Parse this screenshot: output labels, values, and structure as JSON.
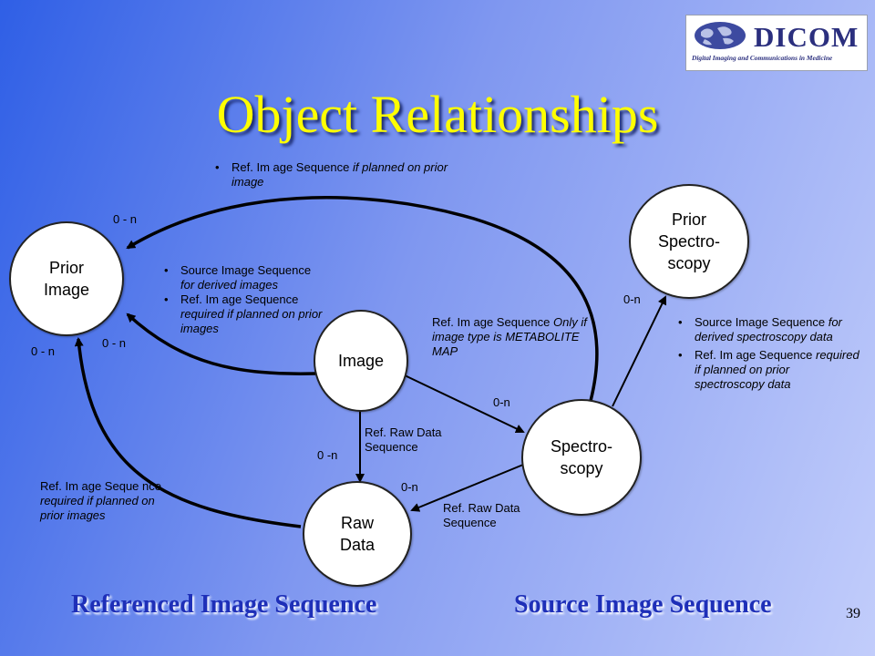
{
  "slide": {
    "title": "Object Relationships",
    "page_number": "39",
    "footer_left": "Referenced Image Sequence",
    "footer_right": "Source Image Sequence"
  },
  "logo": {
    "name": "DICOM",
    "tagline": "Digital Imaging and Communications in Medicine"
  },
  "nodes": {
    "prior_image": "Prior\nImage",
    "image": "Image",
    "raw_data": "Raw\nData",
    "spectroscopy": "Spectro-\nscopy",
    "prior_spectroscopy": "Prior\nSpectro-\nscopy"
  },
  "cardinality": {
    "top_prior": "0 - n",
    "image_prior": "0 - n",
    "raw_prior": "0 - n",
    "image_raw": "0 -n",
    "image_spectro": "0-n",
    "spectro_raw": "0-n",
    "spectro_prior_spectro": "0-n"
  },
  "annotations": {
    "top": {
      "plain": "Ref. Im age Sequence ",
      "italic": "if planned on prior image"
    },
    "source_derived": {
      "plain": "Source Image Sequence ",
      "italic": "for derived images"
    },
    "ref_required": {
      "plain": "Ref. Im age Sequence ",
      "italic": "required if planned on prior images"
    },
    "metabolite": {
      "plain": "Ref. Im age Sequence ",
      "italic": "Only if image type is METABOLITE MAP"
    },
    "raw_seq": "Ref. Raw Data Sequence",
    "spectro_raw_seq": "Ref. Raw Data Sequence",
    "left_bottom": {
      "plain": "Ref. Im age Seque nce ",
      "italic": "required if planned on prior images"
    },
    "spectro_source": {
      "plain": "Source Image Sequence ",
      "italic": "for derived spectroscopy data"
    },
    "spectro_ref": {
      "plain": "Ref. Im age Sequence ",
      "italic": "required if planned on prior spectroscopy data"
    }
  }
}
